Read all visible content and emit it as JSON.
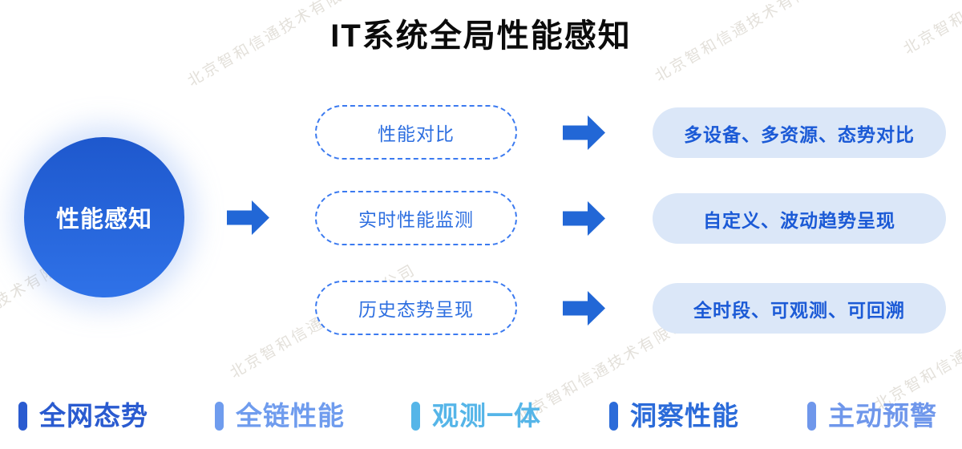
{
  "title": "IT系统全局性能感知",
  "watermark": {
    "text": "北京智和信通技术有限公司"
  },
  "diagram": {
    "source": {
      "label": "性能感知"
    },
    "rows": [
      {
        "feature": "性能对比",
        "result": "多设备、多资源、态势对比"
      },
      {
        "feature": "实时性能监测",
        "result": "自定义、波动趋势呈现"
      },
      {
        "feature": "历史态势呈现",
        "result": "全时段、可观测、可回溯"
      }
    ]
  },
  "legend": {
    "items": [
      {
        "label": "全网态势",
        "color": "#2a5bd0"
      },
      {
        "label": "全链性能",
        "color": "#6f9cee"
      },
      {
        "label": "观测一体",
        "color": "#55b5e8"
      },
      {
        "label": "洞察性能",
        "color": "#2b6bd9"
      },
      {
        "label": "主动预警",
        "color": "#6f97eb"
      }
    ]
  },
  "colors": {
    "arrow": "#2267d6",
    "circle_gradient_top": "#1e58cd",
    "circle_gradient_bottom": "#2f72e8",
    "feature_border": "#3b7af0",
    "feature_text": "#2e6fe0",
    "result_bg": "#dbe7f8",
    "result_text": "#1b5ad6",
    "title_text": "#0b0b0b"
  }
}
